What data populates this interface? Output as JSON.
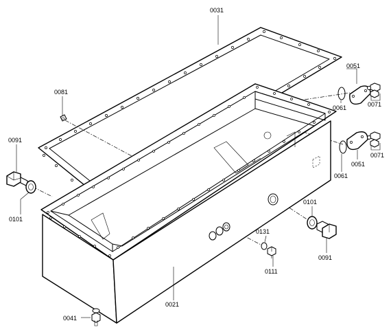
{
  "labels": {
    "p0031": "0031",
    "p0081": "0081",
    "p0051a": "0051",
    "p0061a": "0061",
    "p0071a": "0071",
    "p0051b": "0051",
    "p0061b": "0061",
    "p0071b": "0071",
    "p0091a": "0091",
    "p0101a": "0101",
    "p0101b": "0101",
    "p0091b": "0091",
    "p0131": "0131",
    "p0111": "0111",
    "p0021": "0021",
    "p0041": "0041"
  },
  "colors": {
    "line": "#000000",
    "background": "#ffffff"
  }
}
